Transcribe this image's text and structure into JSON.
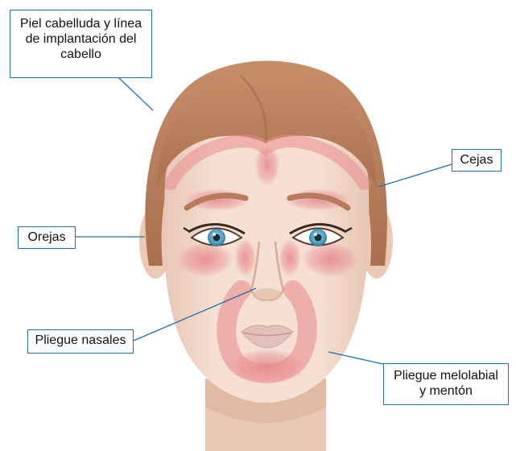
{
  "labels": {
    "scalp": {
      "lines": [
        "Piel cabelluda y línea",
        "de implantación del",
        "cabello"
      ]
    },
    "eyebrows": {
      "lines": [
        "Cejas"
      ]
    },
    "ears": {
      "lines": [
        "Orejas"
      ]
    },
    "nasal_folds": {
      "lines": [
        "Pliegue nasales"
      ]
    },
    "melolabial_chin": {
      "lines": [
        "Pliegue melolabial",
        "y mentón"
      ]
    }
  },
  "colors": {
    "label_border": "#1f6fa8",
    "leader_line": "#1f6fa8",
    "hair": "#b9825f",
    "hair_shadow": "#9c6747",
    "skin": "#f3dccd",
    "skin_shadow": "#e9c6b1",
    "rash": "#e7858a",
    "iris": "#5aa8cc",
    "lips": "#e4c0bd"
  }
}
